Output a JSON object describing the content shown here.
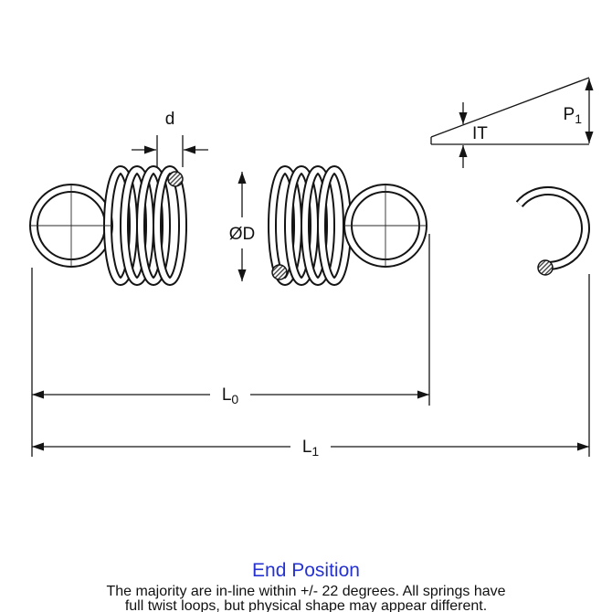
{
  "diagram": {
    "dimension_labels": {
      "wire_diameter": "d",
      "initial_tension": "IT",
      "load_p1": {
        "main": "P",
        "sub": "1"
      },
      "outer_diameter": "ØD",
      "length_l0": {
        "main": "L",
        "sub": "0"
      },
      "length_l1": {
        "main": "L",
        "sub": "1"
      }
    },
    "colors": {
      "line": "#141414",
      "accent_blue": "#2633d0"
    }
  },
  "footer": {
    "end_position_label": "End Position",
    "caption_line1": "The majority are in-line within +/- 22 degrees. All springs have",
    "caption_line2": "full twist loops, but physical shape may appear different."
  }
}
